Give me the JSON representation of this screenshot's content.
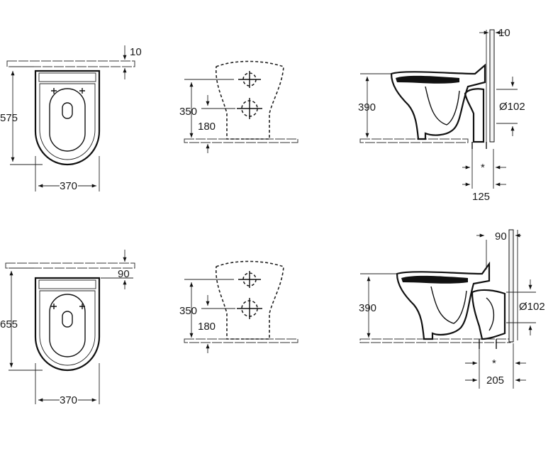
{
  "colors": {
    "line": "#111111",
    "background": "#ffffff"
  },
  "row_top": {
    "plan": {
      "depth": "575",
      "width": "370",
      "wall_gap": "10"
    },
    "front": {
      "upper_height": "350",
      "lower_height": "180"
    },
    "side": {
      "height": "390",
      "wall_gap": "10",
      "pipe_diameter": "Ø102",
      "outlet_offset": "125",
      "marker": "*"
    }
  },
  "row_bottom": {
    "plan": {
      "depth": "655",
      "width": "370",
      "wall_gap": "90"
    },
    "front": {
      "upper_height": "350",
      "lower_height": "180"
    },
    "side": {
      "height": "390",
      "wall_gap": "90",
      "pipe_diameter": "Ø102",
      "outlet_offset": "205",
      "marker": "*"
    }
  }
}
